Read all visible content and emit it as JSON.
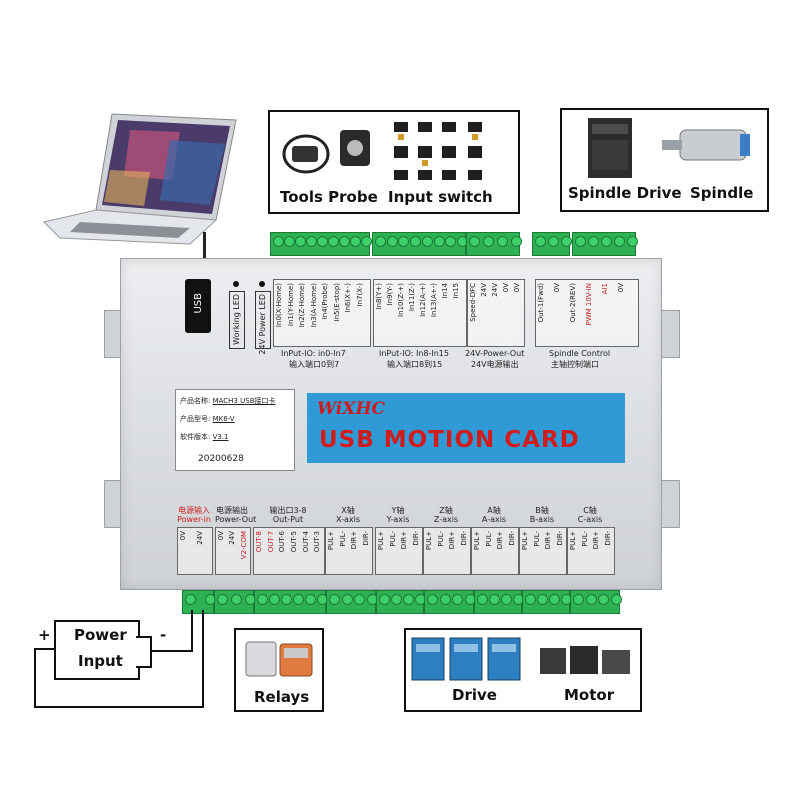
{
  "callouts": {
    "tools_probe": "Tools Probe",
    "input_switch": "Input switch",
    "spindle_drive": "Spindle Drive",
    "spindle": "Spindle",
    "relays": "Relays",
    "drive": "Drive",
    "motor": "Motor",
    "power_input_line1": "Power",
    "power_input_line2": "Input",
    "plus": "+",
    "minus": "-"
  },
  "board": {
    "logo": "WiXHC",
    "title": "USB MOTION CARD",
    "usb_label": "USB",
    "working_led": "Working LED",
    "power_led": "24V Power LED",
    "product_name_label": "产品名称:",
    "product_name_value": "MACH3 USB接口卡",
    "product_model_label": "产品型号:",
    "product_model_value": "MK6-V",
    "software_version_label": "软件版本:",
    "software_version_value": "V3.1",
    "date_code": "20200628",
    "top_pins_1": [
      "In0(X-Home)",
      "In1(Y-Home)",
      "In2(Z-Home)",
      "In3(A-Home)",
      "In4(Probe)",
      "In5(E-stop)",
      "In6(X+-)",
      "In7(X-)"
    ],
    "top_pins_2": [
      "In8(Y+)",
      "In9(Y-)",
      "In10(Z-+)",
      "In11(Z-)",
      "In12(A-+)",
      "In13(A+-)",
      "In14",
      "In15"
    ],
    "top_pins_3": [
      "Speed-DFC",
      "24V",
      "24V",
      "0V",
      "0V"
    ],
    "top_pins_4": [
      "Out-1(Fwd)",
      "0V",
      "Out-2(REV)",
      "PWM 10V-IN",
      "AI1",
      "0V"
    ],
    "group_in_0_7": "InPut-IO: in0-In7",
    "group_in_0_7_cn": "输入端口0到7",
    "group_in_8_15": "InPut-IO: In8-In15",
    "group_in_8_15_cn": "输入端口8到15",
    "group_24v_out": "24V-Power-Out",
    "group_24v_out_cn": "24V电源输出",
    "group_spindle": "Spindle Control",
    "group_spindle_cn": "主轴控制端口",
    "bottom_groups": [
      {
        "cn": "电源输入",
        "en": "Power-in",
        "pins": [
          "0V",
          "24V"
        ],
        "red": true
      },
      {
        "cn": "电源输出",
        "en": "Power-Out",
        "pins": [
          "0V",
          "24V",
          "V2-COM"
        ],
        "red": false
      },
      {
        "cn": "输出口3-8",
        "en": "Out-Put",
        "pins": [
          "OUT-8",
          "OUT-7",
          "OUT-6",
          "OUT-5",
          "OUT-4",
          "OUT-3"
        ],
        "red": false
      },
      {
        "cn": "X轴",
        "en": "X-axis",
        "pins": [
          "PUL+",
          "PUL-",
          "DIR+",
          "DIR-"
        ],
        "red": false
      },
      {
        "cn": "Y轴",
        "en": "Y-axis",
        "pins": [
          "PUL+",
          "PUL-",
          "DIR+",
          "DIR-"
        ],
        "red": false
      },
      {
        "cn": "Z轴",
        "en": "Z-axis",
        "pins": [
          "PUL+",
          "PUL-",
          "DIR+",
          "DIR-"
        ],
        "red": false
      },
      {
        "cn": "A轴",
        "en": "A-axis",
        "pins": [
          "PUL+",
          "PUL-",
          "DIR+",
          "DIR-"
        ],
        "red": false
      },
      {
        "cn": "B轴",
        "en": "B-axis",
        "pins": [
          "PUL+",
          "PUL-",
          "DIR+",
          "DIR-"
        ],
        "red": false
      },
      {
        "cn": "C轴",
        "en": "C-axis",
        "pins": [
          "PUL+",
          "PUL-",
          "DIR+",
          "DIR-"
        ],
        "red": false
      }
    ]
  },
  "colors": {
    "banner_blue": "#2f9ad6",
    "terminal_green": "#2eb054",
    "accent_red": "#d01c1c"
  }
}
